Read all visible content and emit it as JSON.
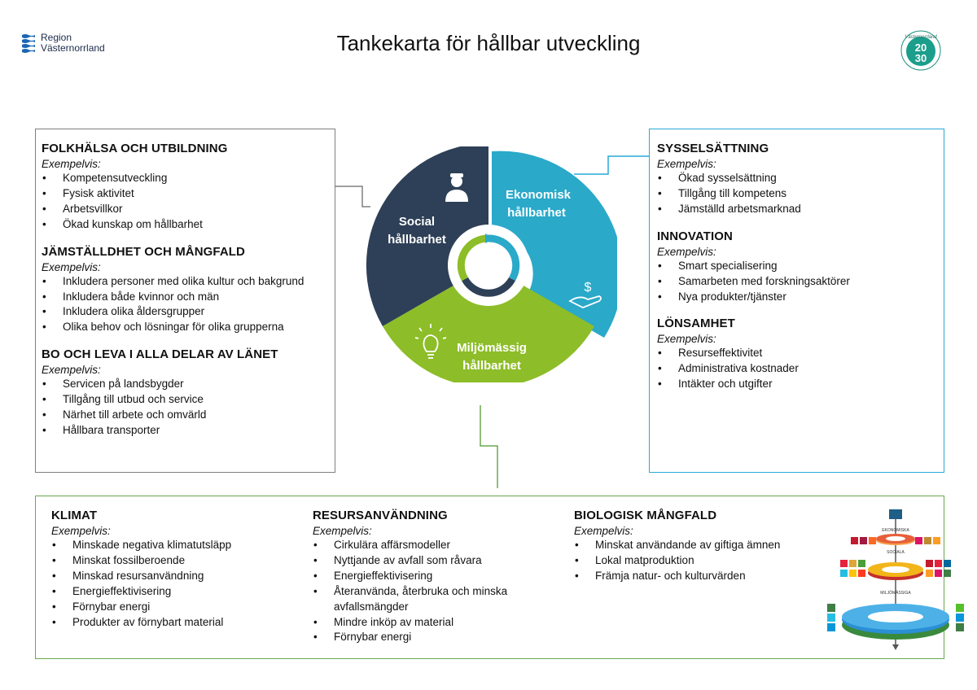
{
  "header": {
    "org_line1": "Region",
    "org_line2": "Västernorrland",
    "title": "Tankekarta för hållbar utveckling",
    "badge_script": "Västernorrland",
    "badge_year_top": "20",
    "badge_year_bottom": "30"
  },
  "wheel": {
    "social": {
      "line1": "Social",
      "line2": "hållbarhet",
      "color": "#2e4057"
    },
    "economic": {
      "line1": "Ekonomisk",
      "line2": "hållbarhet",
      "color": "#2aa9c9"
    },
    "environmental": {
      "line1": "Miljömässig",
      "line2": "hållbarhet",
      "color": "#8dbd28"
    },
    "dollar": "$"
  },
  "social_box": {
    "sections": [
      {
        "title": "FOLKHÄLSA OCH UTBILDNING",
        "sub": "Exempelvis:",
        "items": [
          "Kompetensutveckling",
          "Fysisk aktivitet",
          "Arbetsvillkor",
          "Ökad kunskap om hållbarhet"
        ]
      },
      {
        "title": "JÄMSTÄLLDHET OCH MÅNGFALD",
        "sub": "Exempelvis:",
        "items": [
          "Inkludera personer med olika kultur och bakgrund",
          "Inkludera både kvinnor och män",
          "Inkludera olika åldersgrupper",
          "Olika behov och lösningar för olika grupperna"
        ]
      },
      {
        "title": "BO OCH LEVA I ALLA DELAR AV LÄNET",
        "sub": "Exempelvis:",
        "items": [
          "Servicen på landsbygder",
          "Tillgång till utbud och service",
          "Närhet till arbete och omvärld",
          "Hållbara transporter"
        ]
      }
    ]
  },
  "economic_box": {
    "sections": [
      {
        "title": "SYSSELSÄTTNING",
        "sub": "Exempelvis:",
        "items": [
          "Ökad sysselsättning",
          "Tillgång till kompetens",
          "Jämställd arbetsmarknad"
        ]
      },
      {
        "title": "INNOVATION",
        "sub": "Exempelvis:",
        "items": [
          "Smart specialisering",
          "Samarbeten med forskningsaktörer",
          "Nya produkter/tjänster"
        ]
      },
      {
        "title": "LÖNSAMHET",
        "sub": "Exempelvis:",
        "items": [
          "Resurseffektivitet",
          "Administrativa kostnader",
          "Intäkter och utgifter"
        ]
      }
    ]
  },
  "environment_box": {
    "sections": [
      {
        "title": "KLIMAT",
        "sub": "Exempelvis:",
        "items": [
          "Minskade negativa klimatutsläpp",
          "Minskat fossilberoende",
          "Minskad resursanvändning",
          "Energieffektivisering",
          "Förnybar energi",
          "Produkter av förnybart material"
        ]
      },
      {
        "title": "RESURSANVÄNDNING",
        "sub": "Exempelvis:",
        "items": [
          "Cirkulära affärsmodeller",
          "Nyttjande av avfall som råvara",
          "Energieffektivisering",
          "Återanvända, återbruka och minska avfallsmängder",
          "Mindre inköp av material",
          "Förnybar energi"
        ]
      },
      {
        "title": "BIOLOGISK MÅNGFALD",
        "sub": "Exempelvis:",
        "items": [
          "Minskat användande av giftiga ämnen",
          "Lokal matproduktion",
          "Främja natur- och kulturvärden"
        ]
      }
    ]
  },
  "wedding_cake": {
    "label_top": "EKONOMISKA",
    "label_mid": "SOCIALA",
    "label_bottom": "MILJÖMÄSSIGA"
  }
}
